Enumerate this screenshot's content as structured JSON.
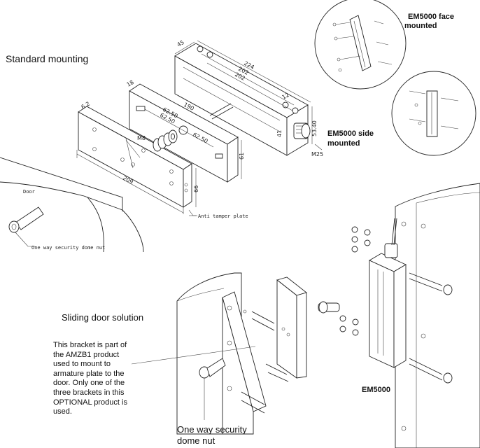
{
  "labels": {
    "standard_mounting": "Standard mounting",
    "face_mounted_1": "EM5000 face",
    "face_mounted_2": "mounted",
    "side_mounted_1": "EM5000 side",
    "side_mounted_2": "mounted",
    "sliding_door": "Sliding door solution",
    "bracket_note": "This bracket is part of the AMZB1 product used to mount to armature plate to the door. Only one of the three brackets in this OPTIONAL product is used.",
    "dome_nut_bottom_1": "One way security",
    "dome_nut_bottom_2": "dome nut",
    "em5000": "EM5000",
    "door": "Door",
    "anti_tamper": "Anti tamper plate",
    "dome_nut_small": "One way security dome nut"
  },
  "dimensions": {
    "d224": "224",
    "d202a": "202",
    "d202b": "202",
    "d45": "45",
    "d12": "12",
    "d5340": "53.40",
    "d41": "41",
    "dm25": "M25",
    "d18": "18",
    "d190": "190",
    "d6250a": "62.50",
    "d6250b": "62.50",
    "d6250c": "62.50",
    "d62": "6.2",
    "dm8": "M8",
    "d209": "209",
    "d61": "61",
    "d66": "66"
  }
}
